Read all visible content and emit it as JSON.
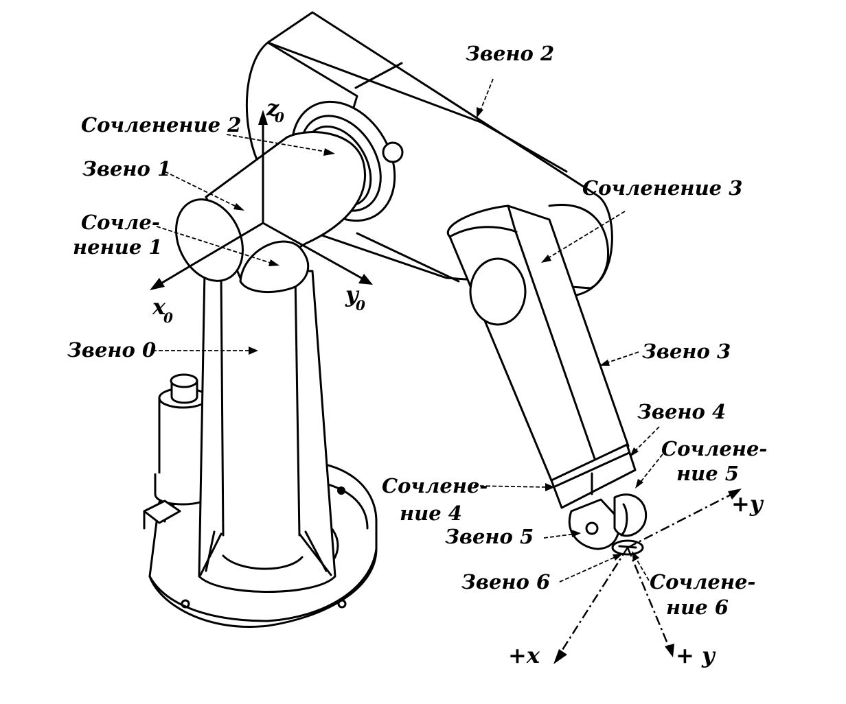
{
  "labels": {
    "zveno2": "Звено 2",
    "sochlenenie2": "Сочленение 2",
    "zveno1": "Звено 1",
    "sochlenenie1_a": "Сочле-",
    "sochlenenie1_b": "нение 1",
    "zveno0": "Звено 0",
    "sochlenenie3": "Сочленение 3",
    "zveno3": "Звено 3",
    "zveno4": "Звено 4",
    "sochlenenie5_a": "Сочлене-",
    "sochlenenie5_b": "ние 5",
    "sochlenenie4_a": "Сочлене-",
    "sochlenenie4_b": "ние 4",
    "zveno5": "Звено 5",
    "zveno6": "Звено 6",
    "sochlenenie6_a": "Сочлене-",
    "sochlenenie6_b": "ние 6"
  },
  "axes": {
    "z0": "z",
    "z0_sub": "0",
    "x0": "x",
    "x0_sub": "0",
    "y0": "y",
    "y0_sub": "0",
    "plus_y_top": "+y",
    "plus_x": "+x",
    "plus_y_bottom": "+ y"
  }
}
